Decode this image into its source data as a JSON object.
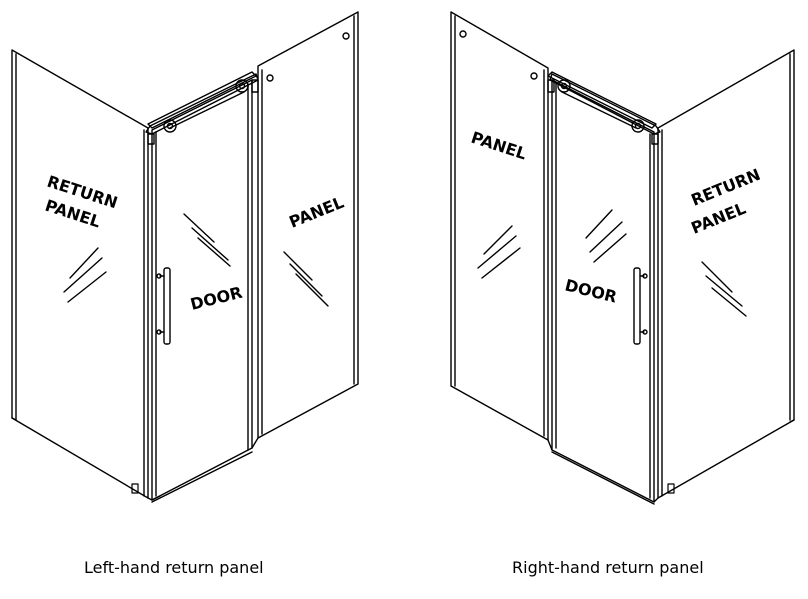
{
  "diagrams": [
    {
      "caption": "Left-hand return panel",
      "labels": {
        "return_line1": "RETURN",
        "return_line2": "PANEL",
        "door": "DOOR",
        "panel": "PANEL"
      }
    },
    {
      "caption": "Right-hand return panel",
      "labels": {
        "panel": "PANEL",
        "door": "DOOR",
        "return_line1": "RETURN",
        "return_line2": "PANEL"
      }
    }
  ],
  "colors": {
    "line": "#000000",
    "background": "#ffffff"
  }
}
